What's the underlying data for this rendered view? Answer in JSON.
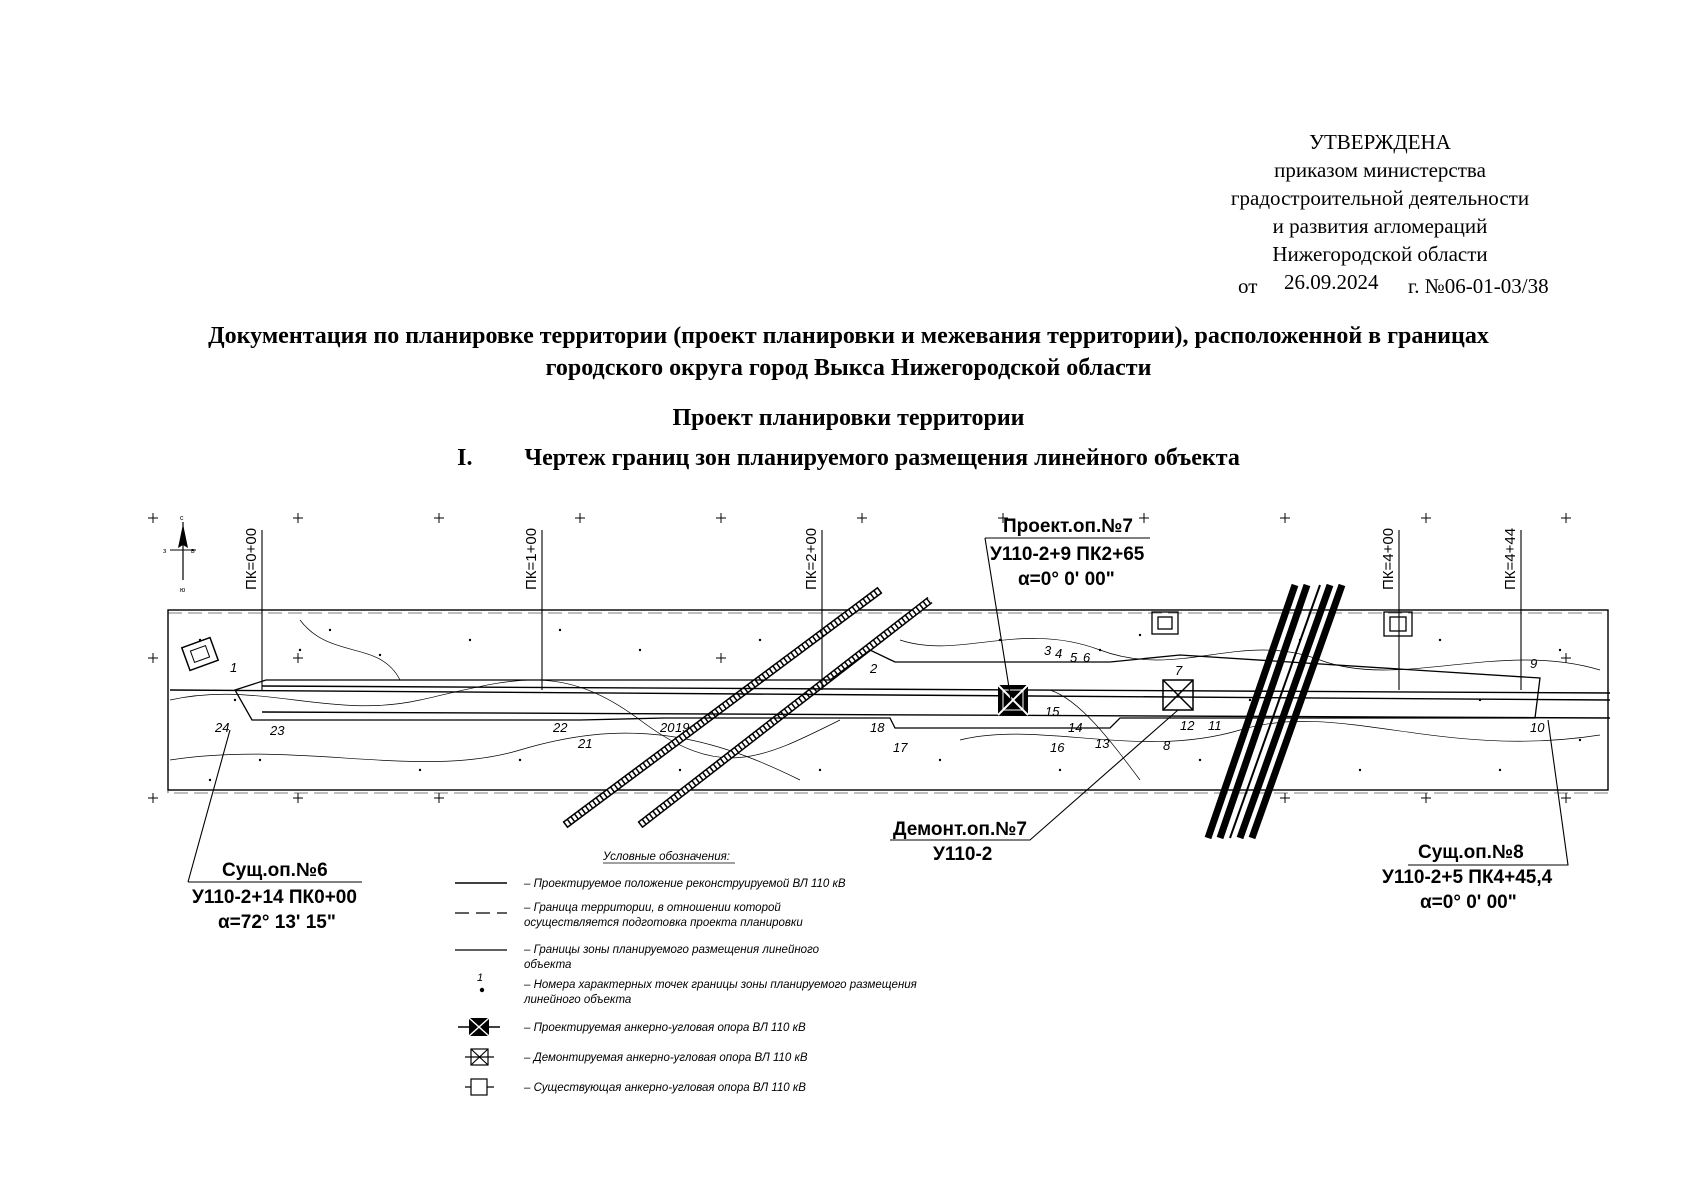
{
  "approval": {
    "status": "УТВЕРЖДЕНА",
    "line1": "приказом министерства",
    "line2": "градостроительной деятельности",
    "line3": "и развития агломераций",
    "line4": "Нижегородской области",
    "from_label": "от",
    "date": "26.09.2024",
    "order_number": "г. №06-01-03/38"
  },
  "document": {
    "title_line1": "Документация по планировке территории (проект планировки и межевания территории), расположенной в границах",
    "title_line2": "городского округа город Выкса Нижегородской области",
    "section": "Проект планировки территории",
    "chapter_number": "I.",
    "chapter_title": "Чертеж границ зон планируемого размещения линейного объекта"
  },
  "drawing": {
    "pickets": [
      "ПК=0+00",
      "ПК=1+00",
      "ПК=2+00",
      "ПК=4+00",
      "ПК=4+44"
    ],
    "compass": {
      "north": "с",
      "south": "ю",
      "west": "з",
      "east": "в"
    },
    "supports": {
      "existing6": {
        "title": "Сущ.оп.№6",
        "line1": "У110-2+14 ПК0+00",
        "line2": "α=72° 13' 15\""
      },
      "projected7": {
        "title": "Проект.оп.№7",
        "line1": "У110-2+9 ПК2+65",
        "line2": "α=0° 0' 00\""
      },
      "dismantled7": {
        "title": "Демонт.оп.№7",
        "line1": "У110-2"
      },
      "existing8": {
        "title": "Сущ.оп.№8",
        "line1": "У110-2+5 ПК4+45,4",
        "line2": "α=0° 0' 00\""
      }
    },
    "points": [
      "1",
      "2",
      "3",
      "4",
      "5",
      "6",
      "7",
      "8",
      "9",
      "10",
      "11",
      "12",
      "13",
      "14",
      "15",
      "16",
      "17",
      "18",
      "19",
      "20",
      "21",
      "22",
      "23",
      "24"
    ]
  },
  "legend": {
    "title": "Условные обозначения:",
    "items": [
      {
        "text1": "– Проектируемое положение реконструируемой ВЛ 110 кВ",
        "text2": ""
      },
      {
        "text1": "– Граница территории, в отношении которой",
        "text2": "осуществляется подготовка проекта планировки"
      },
      {
        "text1": "– Границы зоны планируемого размещения линейного",
        "text2": "объекта"
      },
      {
        "symbol": "1",
        "text1": "– Номера характерных точек границы зоны планируемого размещения",
        "text2": "линейного объекта"
      },
      {
        "text1": "– Проектируемая анкерно-угловая опора ВЛ 110 кВ",
        "text2": ""
      },
      {
        "text1": "– Демонтируемая анкерно-угловая опора ВЛ 110 кВ",
        "text2": ""
      },
      {
        "text1": "– Существующая анкерно-угловая опора ВЛ 110 кВ",
        "text2": ""
      }
    ]
  }
}
